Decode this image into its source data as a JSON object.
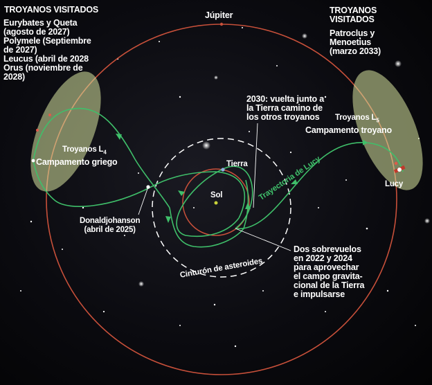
{
  "labels": {
    "jupiter": "Júpiter",
    "left_heading": "TROYANOS VISITADOS",
    "left_targets": [
      "Eurybates y Queta",
      "(agosto de 2027)",
      "Polymele (Septiembre",
      "de 2027)",
      "Leucus (abril de 2028",
      "Orus (noviembre de",
      "2028)"
    ],
    "right_heading": [
      "TROYANOS",
      "VISITADOS"
    ],
    "right_targets": [
      "Patroclus y",
      "Menoetius",
      "(marzo 2033)"
    ],
    "return_2030": [
      "2030: vuelta junto a",
      "la Tierra camino de",
      "los otros troyanos"
    ],
    "l4_label": "Troyanos L",
    "l4_sub": "4",
    "greek_camp": "Campamento griego",
    "l5_label": "Troyanos L",
    "l5_sub": "5",
    "trojan_camp": "Campamento troyano",
    "earth": "Tierra",
    "sun": "Sol",
    "lucy": "Lucy",
    "lucy_path": "Trayectoria de Lucy",
    "donaldjohanson": [
      "Donaldjohanson",
      "(abril de 2025)"
    ],
    "flybys": [
      "Dos sobrevuelos",
      "en 2022 y 2024",
      "para aprovechar",
      "el campo gravita-",
      "cional de la Tierra",
      "e impulsarse"
    ],
    "asteroid_belt": "Cinturón de asteroides"
  },
  "colors": {
    "orbit": "#c8503a",
    "trajectory": "#3fbf6a",
    "trojan_zone": "#d9e6a0",
    "belt": "#ffffff",
    "sun": "#c9d23a"
  }
}
